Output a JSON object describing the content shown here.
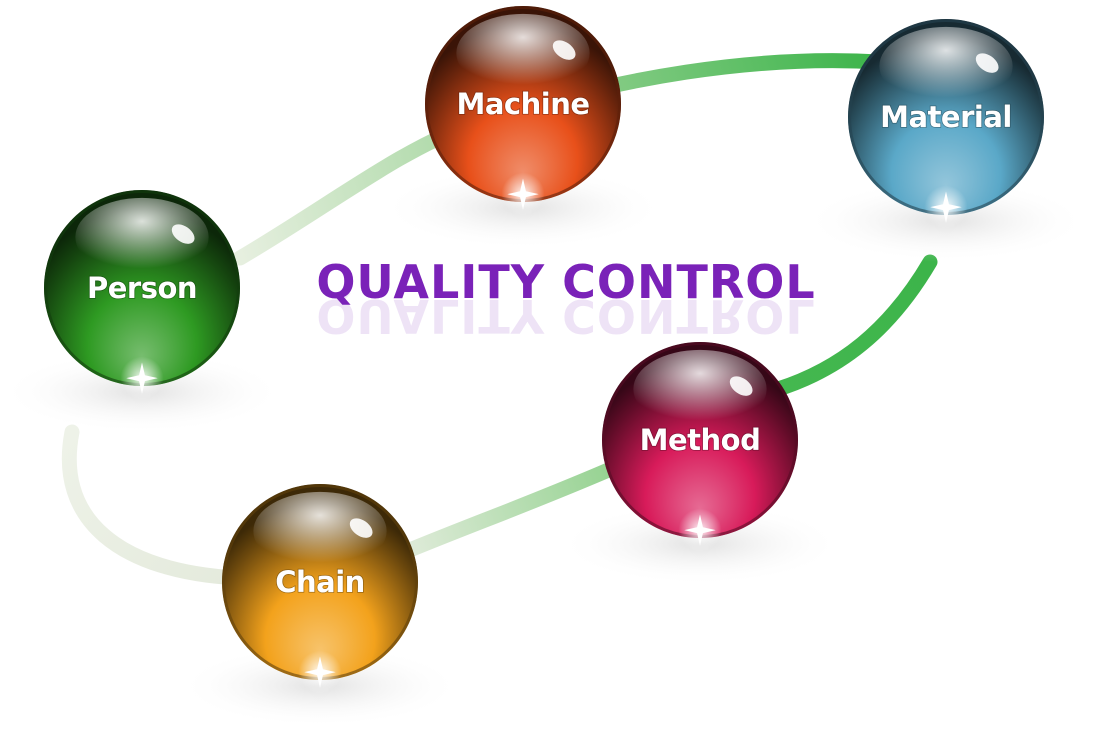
{
  "title": "QUALITY CONTROL",
  "nodes": [
    {
      "id": "machine",
      "label": "Machine",
      "color": "#e8501a"
    },
    {
      "id": "material",
      "label": "Material",
      "color": "#5aa8c8"
    },
    {
      "id": "person",
      "label": "Person",
      "color": "#2e9a22"
    },
    {
      "id": "method",
      "label": "Method",
      "color": "#d81b5a"
    },
    {
      "id": "chain",
      "label": "Chain",
      "color": "#f3a21c"
    }
  ],
  "colors": {
    "loop_green": "#3cb44a",
    "loop_light": "#d8e8d0",
    "title_purple": "#7a22b8"
  }
}
